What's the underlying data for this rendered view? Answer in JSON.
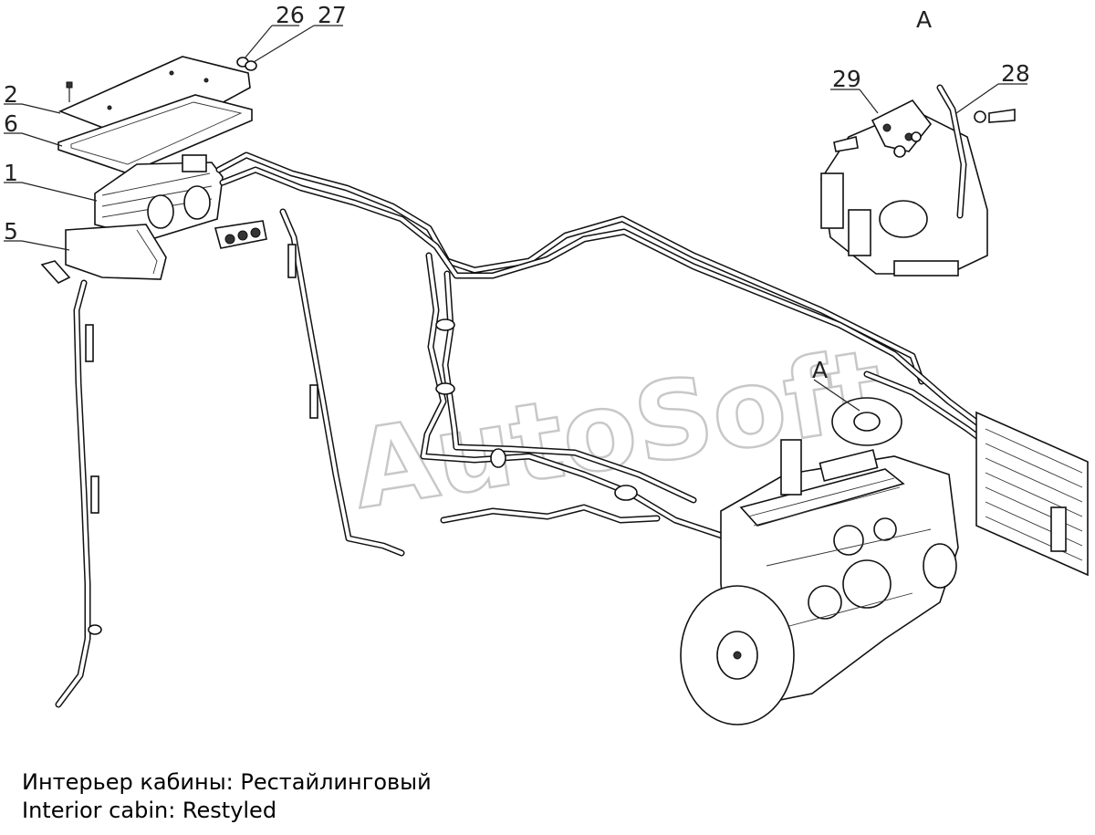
{
  "diagram": {
    "callouts": {
      "c26": "26",
      "c27": "27",
      "c2": "2",
      "c6": "6",
      "c1": "1",
      "c5": "5",
      "c29": "29",
      "c28": "28"
    },
    "view_label_top": "A",
    "view_label_engine": "A",
    "watermark": "AutoSoft"
  },
  "caption": {
    "line_ru": "Интерьер кабины: Рестайлинговый",
    "line_en": "Interior cabin: Restyled"
  }
}
